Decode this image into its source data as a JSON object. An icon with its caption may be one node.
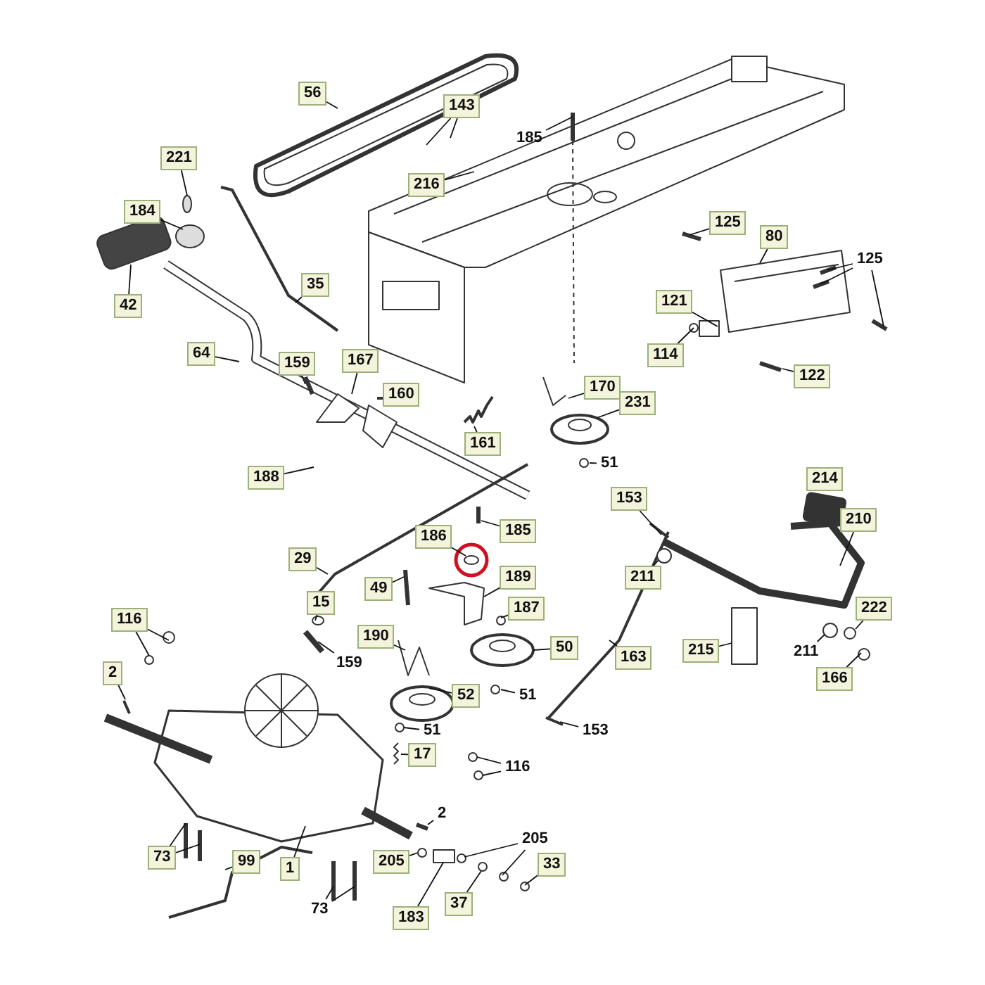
{
  "diagram": {
    "nodes": [
      {
        "text": [
          "56"
        ]
      },
      {
        "text": [
          "143"
        ]
      },
      {
        "text": [
          "185"
        ]
      },
      {
        "text": [
          "221"
        ]
      },
      {
        "text": [
          "216"
        ]
      },
      {
        "text": [
          "184"
        ]
      },
      {
        "text": [
          "125"
        ]
      },
      {
        "text": [
          "80"
        ]
      },
      {
        "text": [
          "125"
        ]
      },
      {
        "text": [
          "35"
        ]
      },
      {
        "text": [
          "42"
        ]
      },
      {
        "text": [
          "121"
        ]
      },
      {
        "text": [
          "64"
        ]
      },
      {
        "text": [
          "114"
        ]
      },
      {
        "text": [
          "167"
        ]
      },
      {
        "text": [
          "159"
        ]
      },
      {
        "text": [
          "122"
        ]
      },
      {
        "text": [
          "170"
        ]
      },
      {
        "text": [
          "160"
        ]
      },
      {
        "text": [
          "231"
        ]
      },
      {
        "text": [
          "161"
        ]
      },
      {
        "text": [
          "51"
        ]
      },
      {
        "text": [
          "188"
        ]
      },
      {
        "text": [
          "214"
        ]
      },
      {
        "text": [
          "153"
        ]
      },
      {
        "text": [
          "210"
        ]
      },
      {
        "text": [
          "185"
        ]
      },
      {
        "text": [
          "186"
        ]
      },
      {
        "text": [
          "29"
        ]
      },
      {
        "text": [
          "189"
        ]
      },
      {
        "text": [
          "211"
        ]
      },
      {
        "text": [
          "49"
        ]
      },
      {
        "text": [
          "15"
        ]
      },
      {
        "text": [
          "187"
        ]
      },
      {
        "text": [
          "222"
        ]
      },
      {
        "text": [
          "116"
        ]
      },
      {
        "text": [
          "50"
        ]
      },
      {
        "text": [
          "190"
        ]
      },
      {
        "text": [
          "215"
        ]
      },
      {
        "text": [
          "211"
        ]
      },
      {
        "text": [
          "159"
        ]
      },
      {
        "text": [
          "163"
        ]
      },
      {
        "text": [
          "2"
        ]
      },
      {
        "text": [
          "51"
        ]
      },
      {
        "text": [
          "166"
        ]
      },
      {
        "text": [
          "52"
        ]
      },
      {
        "text": [
          "51"
        ]
      },
      {
        "text": [
          "153"
        ]
      },
      {
        "text": [
          "17"
        ]
      },
      {
        "text": [
          "116"
        ]
      },
      {
        "text": [
          "2"
        ]
      },
      {
        "text": [
          "205"
        ]
      },
      {
        "text": [
          "73"
        ]
      },
      {
        "text": [
          "33"
        ]
      },
      {
        "text": [
          "99"
        ]
      },
      {
        "text": [
          "205"
        ]
      },
      {
        "text": [
          "1"
        ]
      },
      {
        "text": [
          "37"
        ]
      },
      {
        "text": [
          "183"
        ]
      },
      {
        "text": [
          "73"
        ]
      }
    ],
    "edges": [
      {
        "from": 0,
        "to": null,
        "arrow": "none"
      },
      {
        "from": 1,
        "to": null,
        "arrow": "none"
      },
      {
        "from": 1,
        "to": null,
        "arrow": "none"
      },
      {
        "from": 2,
        "to": null,
        "arrow": "none"
      },
      {
        "from": 3,
        "to": null,
        "arrow": "none"
      },
      {
        "from": 4,
        "to": null,
        "arrow": "none"
      },
      {
        "from": 5,
        "to": null,
        "arrow": "none"
      },
      {
        "from": 6,
        "to": null,
        "arrow": "none"
      },
      {
        "from": 7,
        "to": null,
        "arrow": "none"
      },
      {
        "from": 8,
        "to": null,
        "arrow": "none"
      },
      {
        "from": 8,
        "to": null,
        "arrow": "none"
      },
      {
        "from": 8,
        "to": null,
        "arrow": "none"
      },
      {
        "from": 9,
        "to": null,
        "arrow": "none"
      },
      {
        "from": 10,
        "to": null,
        "arrow": "none"
      },
      {
        "from": 11,
        "to": null,
        "arrow": "none"
      },
      {
        "from": 12,
        "to": null,
        "arrow": "none"
      },
      {
        "from": 13,
        "to": null,
        "arrow": "none"
      },
      {
        "from": 14,
        "to": null,
        "arrow": "none"
      },
      {
        "from": 15,
        "to": null,
        "arrow": "none"
      },
      {
        "from": 16,
        "to": null,
        "arrow": "none"
      },
      {
        "from": 17,
        "to": null,
        "arrow": "none"
      },
      {
        "from": 18,
        "to": null,
        "arrow": "none"
      },
      {
        "from": 19,
        "to": null,
        "arrow": "none"
      },
      {
        "from": 20,
        "to": null,
        "arrow": "none"
      },
      {
        "from": 21,
        "to": null,
        "arrow": "none"
      },
      {
        "from": 22,
        "to": null,
        "arrow": "none"
      },
      {
        "from": 24,
        "to": null,
        "arrow": "none"
      },
      {
        "from": 25,
        "to": null,
        "arrow": "none"
      },
      {
        "from": 26,
        "to": null,
        "arrow": "none"
      },
      {
        "from": 27,
        "to": null,
        "arrow": "none"
      },
      {
        "from": 28,
        "to": null,
        "arrow": "none"
      },
      {
        "from": 29,
        "to": null,
        "arrow": "none"
      },
      {
        "from": 30,
        "to": null,
        "arrow": "none"
      },
      {
        "from": 31,
        "to": null,
        "arrow": "none"
      },
      {
        "from": 32,
        "to": null,
        "arrow": "none"
      },
      {
        "from": 33,
        "to": null,
        "arrow": "none"
      },
      {
        "from": 34,
        "to": null,
        "arrow": "none"
      },
      {
        "from": 35,
        "to": null,
        "arrow": "none"
      },
      {
        "from": 35,
        "to": null,
        "arrow": "none"
      },
      {
        "from": 36,
        "to": null,
        "arrow": "none"
      },
      {
        "from": 37,
        "to": null,
        "arrow": "none"
      },
      {
        "from": 38,
        "to": null,
        "arrow": "none"
      },
      {
        "from": 39,
        "to": null,
        "arrow": "none"
      },
      {
        "from": 40,
        "to": null,
        "arrow": "none"
      },
      {
        "from": 41,
        "to": null,
        "arrow": "none"
      },
      {
        "from": 42,
        "to": null,
        "arrow": "none"
      },
      {
        "from": 43,
        "to": null,
        "arrow": "none"
      },
      {
        "from": 44,
        "to": null,
        "arrow": "none"
      },
      {
        "from": 45,
        "to": null,
        "arrow": "none"
      },
      {
        "from": 46,
        "to": null,
        "arrow": "none"
      },
      {
        "from": 47,
        "to": null,
        "arrow": "none"
      },
      {
        "from": 48,
        "to": null,
        "arrow": "none"
      },
      {
        "from": 49,
        "to": null,
        "arrow": "none"
      },
      {
        "from": 49,
        "to": null,
        "arrow": "none"
      },
      {
        "from": 50,
        "to": null,
        "arrow": "none"
      },
      {
        "from": 51,
        "to": null,
        "arrow": "none"
      },
      {
        "from": 51,
        "to": null,
        "arrow": "none"
      },
      {
        "from": 52,
        "to": null,
        "arrow": "none"
      },
      {
        "from": 52,
        "to": null,
        "arrow": "none"
      },
      {
        "from": 53,
        "to": null,
        "arrow": "none"
      },
      {
        "from": 54,
        "to": null,
        "arrow": "none"
      },
      {
        "from": 55,
        "to": null,
        "arrow": "none"
      },
      {
        "from": 56,
        "to": null,
        "arrow": "none"
      },
      {
        "from": 57,
        "to": null,
        "arrow": "none"
      },
      {
        "from": 58,
        "to": null,
        "arrow": "none"
      },
      {
        "from": 59,
        "to": null,
        "arrow": "none"
      },
      {
        "from": 59,
        "to": null,
        "arrow": "none"
      }
    ]
  }
}
